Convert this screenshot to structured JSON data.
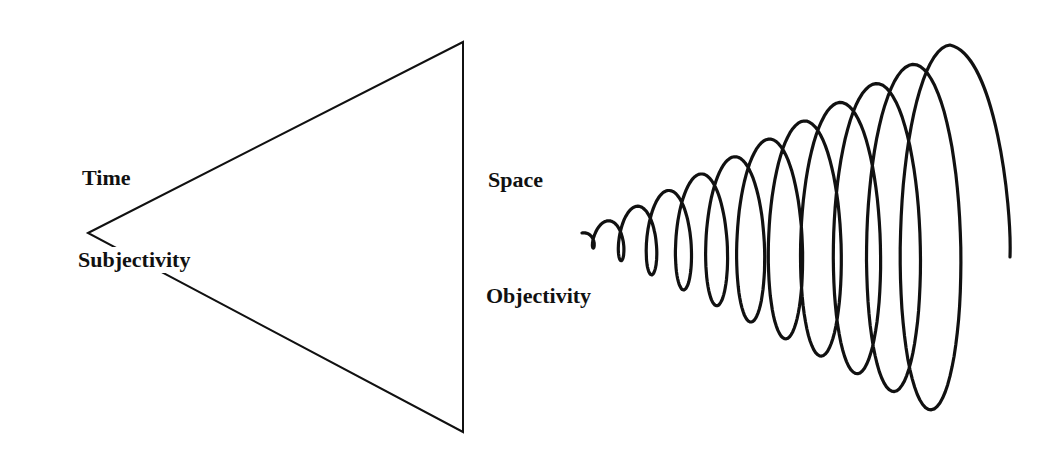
{
  "diagram": {
    "labels": [
      "Time",
      "Subjectivity",
      "Space",
      "Objectivity"
    ]
  }
}
